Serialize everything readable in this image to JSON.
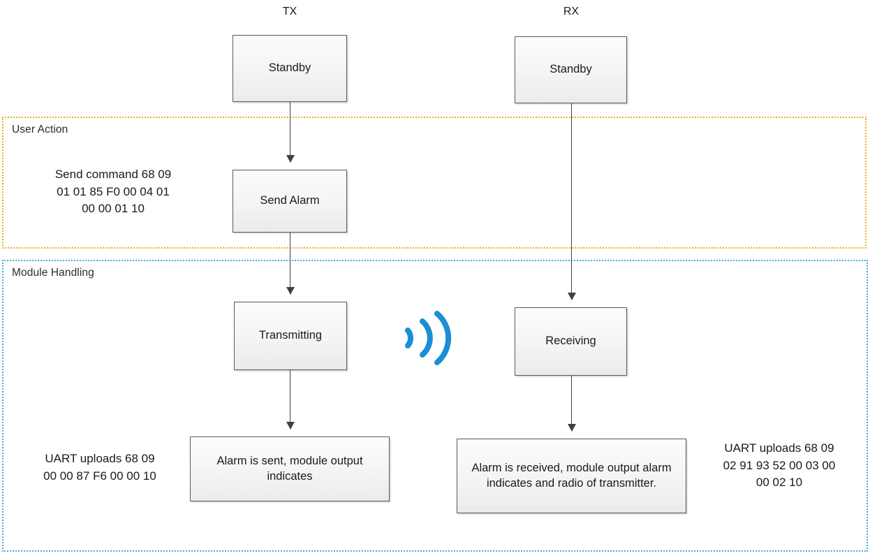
{
  "diagram": {
    "columns": [
      {
        "id": "tx",
        "label": "TX"
      },
      {
        "id": "rx",
        "label": "RX"
      }
    ],
    "lanes": [
      {
        "id": "user-action",
        "label": "User Action",
        "border_color": "#e8b021"
      },
      {
        "id": "module-handling",
        "label": "Module Handling",
        "border_color": "#41a9dd"
      }
    ],
    "nodes": {
      "tx_standby": "Standby",
      "rx_standby": "Standby",
      "send_alarm": "Send Alarm",
      "transmitting": "Transmitting",
      "receiving": "Receiving",
      "tx_result": "Alarm is sent, module output indicates",
      "rx_result": "Alarm is received, module output alarm indicates and radio of transmitter."
    },
    "annotations": {
      "send_command": "Send command 68 09\n01 01 85 F0 00 04 01\n00 00 01 10",
      "tx_uart_uploads": "UART uploads 68 09\n00 00 87 F6 00 00 10",
      "rx_uart_uploads": "UART uploads 68 09\n02 91 93 52 00 03 00\n00 02 10"
    },
    "icons": {
      "wireless_signal": "wireless-signal-icon",
      "wireless_signal_color": "#1b8ed4"
    }
  }
}
